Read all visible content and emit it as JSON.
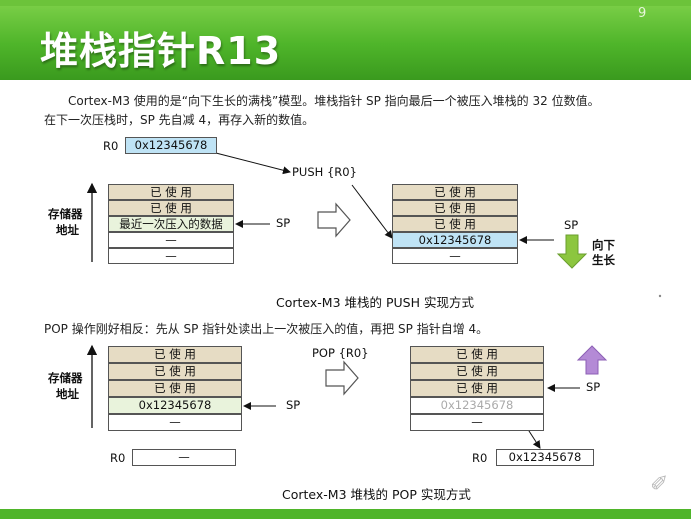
{
  "slide": {
    "title": "堆栈指针R13",
    "page_number": "9"
  },
  "intro": {
    "line1": "Cortex-M3 使用的是“向下生长的满栈”模型。堆栈指针 SP 指向最后一个被压入堆栈的 32 位数值。",
    "line2": "在下一次压栈时，SP 先自减 4，再存入新的数值。"
  },
  "push": {
    "r0_label": "R0",
    "r0_value": "0x12345678",
    "address_label_1": "存储器",
    "address_label_2": "地址",
    "op_label": "PUSH {R0}",
    "sp_label": "SP",
    "sp_label_after": "SP",
    "direction_label_1": "向下",
    "direction_label_2": "生长",
    "before_cells": [
      "已 使 用",
      "已 使 用",
      "最近一次压入的数据",
      "—",
      "—"
    ],
    "after_cells": [
      "已 使 用",
      "已 使 用",
      "已 使 用",
      "0x12345678",
      "—"
    ],
    "caption": "Cortex-M3 堆栈的 PUSH 实现方式"
  },
  "pop": {
    "intro": "POP 操作刚好相反：先从 SP 指针处读出上一次被压入的值，再把 SP 指针自增 4。",
    "address_label_1": "存储器",
    "address_label_2": "地址",
    "op_label": "POP {R0}",
    "sp_label": "SP",
    "sp_label_after": "SP",
    "before_cells": [
      "已 使 用",
      "已 使 用",
      "已 使 用",
      "0x12345678",
      "—"
    ],
    "after_cells": [
      "已 使 用",
      "已 使 用",
      "已 使 用",
      "0x12345678",
      "—"
    ],
    "r0_label_before": "R0",
    "r0_value_before": "—",
    "r0_label_after": "R0",
    "r0_value_after": "0x12345678",
    "caption": "Cortex-M3 堆栈的 POP 实现方式"
  },
  "colors": {
    "header_green": "#4fb52a",
    "cell_tan": "#e6dcc4",
    "cell_blue": "#bfe3f5",
    "arrow_green": "#8cc63f",
    "arrow_purple": "#b48ad6"
  }
}
